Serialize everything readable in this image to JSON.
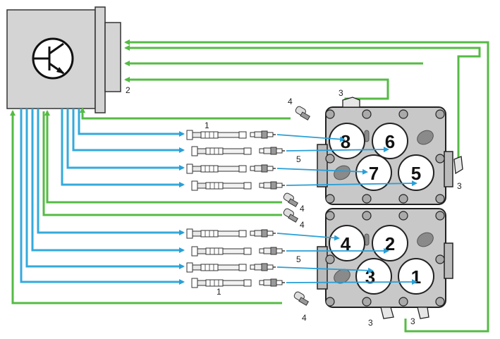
{
  "colors": {
    "green": "#55bb44",
    "blue": "#33aadd",
    "ecu_fill": "#d4d4d4",
    "block_fill": "#c8c8c8",
    "block_dark": "#8a8a8a"
  },
  "ecu": {
    "symbol": "transistor-icon"
  },
  "labels": {
    "connector": "2",
    "coil_top": "1",
    "coil_bottom": "1",
    "plug_top": "5",
    "plug_bottom": "5",
    "sensor_1": "4",
    "sensor_2": "4",
    "sensor_3": "4",
    "sensor_4": "4",
    "cam_top": "3",
    "cam_right": "3",
    "cam_bottom_left": "3",
    "cam_bottom_right": "3"
  },
  "cylinders": {
    "c8": "8",
    "c6": "6",
    "c7": "7",
    "c5": "5",
    "c4": "4",
    "c2": "2",
    "c3": "3",
    "c1": "1"
  }
}
